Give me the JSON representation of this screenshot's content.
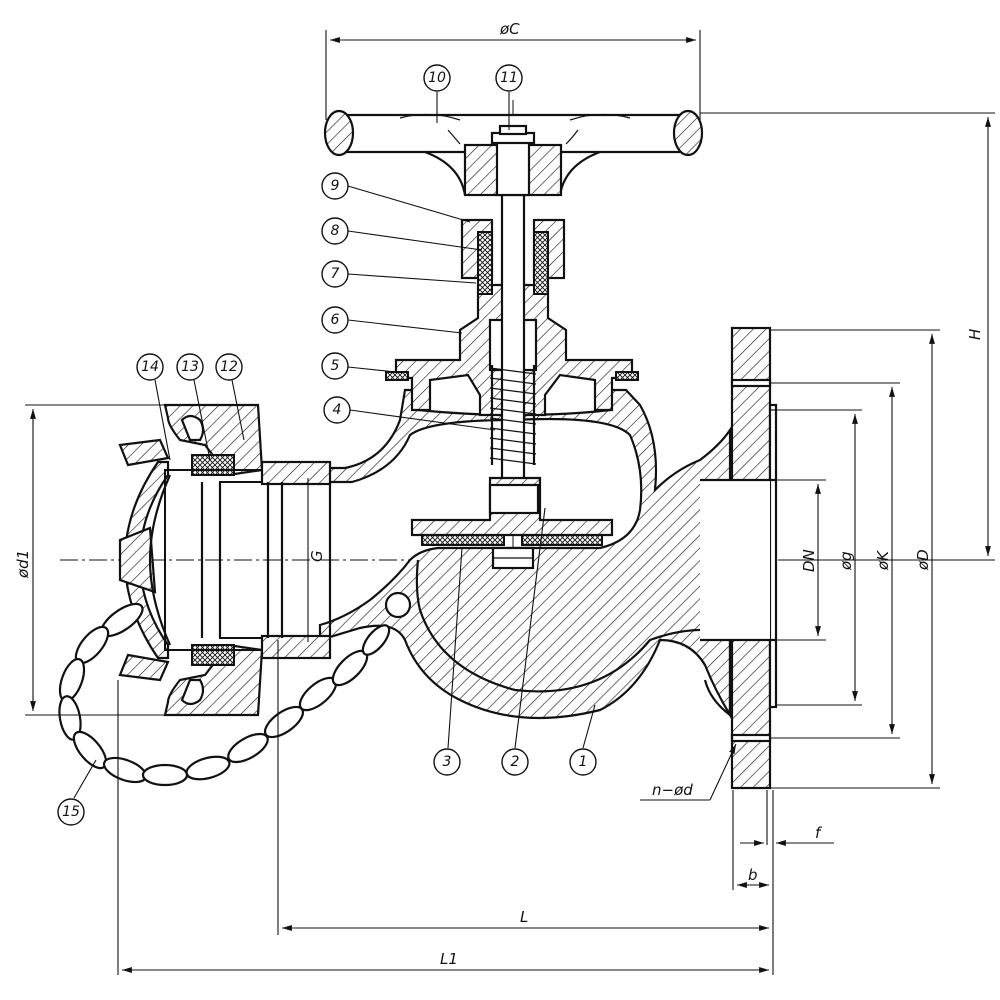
{
  "dimensions": {
    "handwheel_diameter": "øC",
    "height": "H",
    "flange_outer_diameter": "øD",
    "bolt_circle_diameter": "øK",
    "raised_face_diameter": "øg",
    "nominal_diameter": "DN",
    "inlet_diameter": "ød1",
    "thread": "G",
    "bolt_holes": "n−ød",
    "flange_thickness": "b",
    "raised_face_height": "f",
    "length": "L",
    "overall_length": "L1"
  },
  "part_numbers": [
    "1",
    "2",
    "3",
    "4",
    "5",
    "6",
    "7",
    "8",
    "9",
    "10",
    "11",
    "12",
    "13",
    "14",
    "15"
  ]
}
